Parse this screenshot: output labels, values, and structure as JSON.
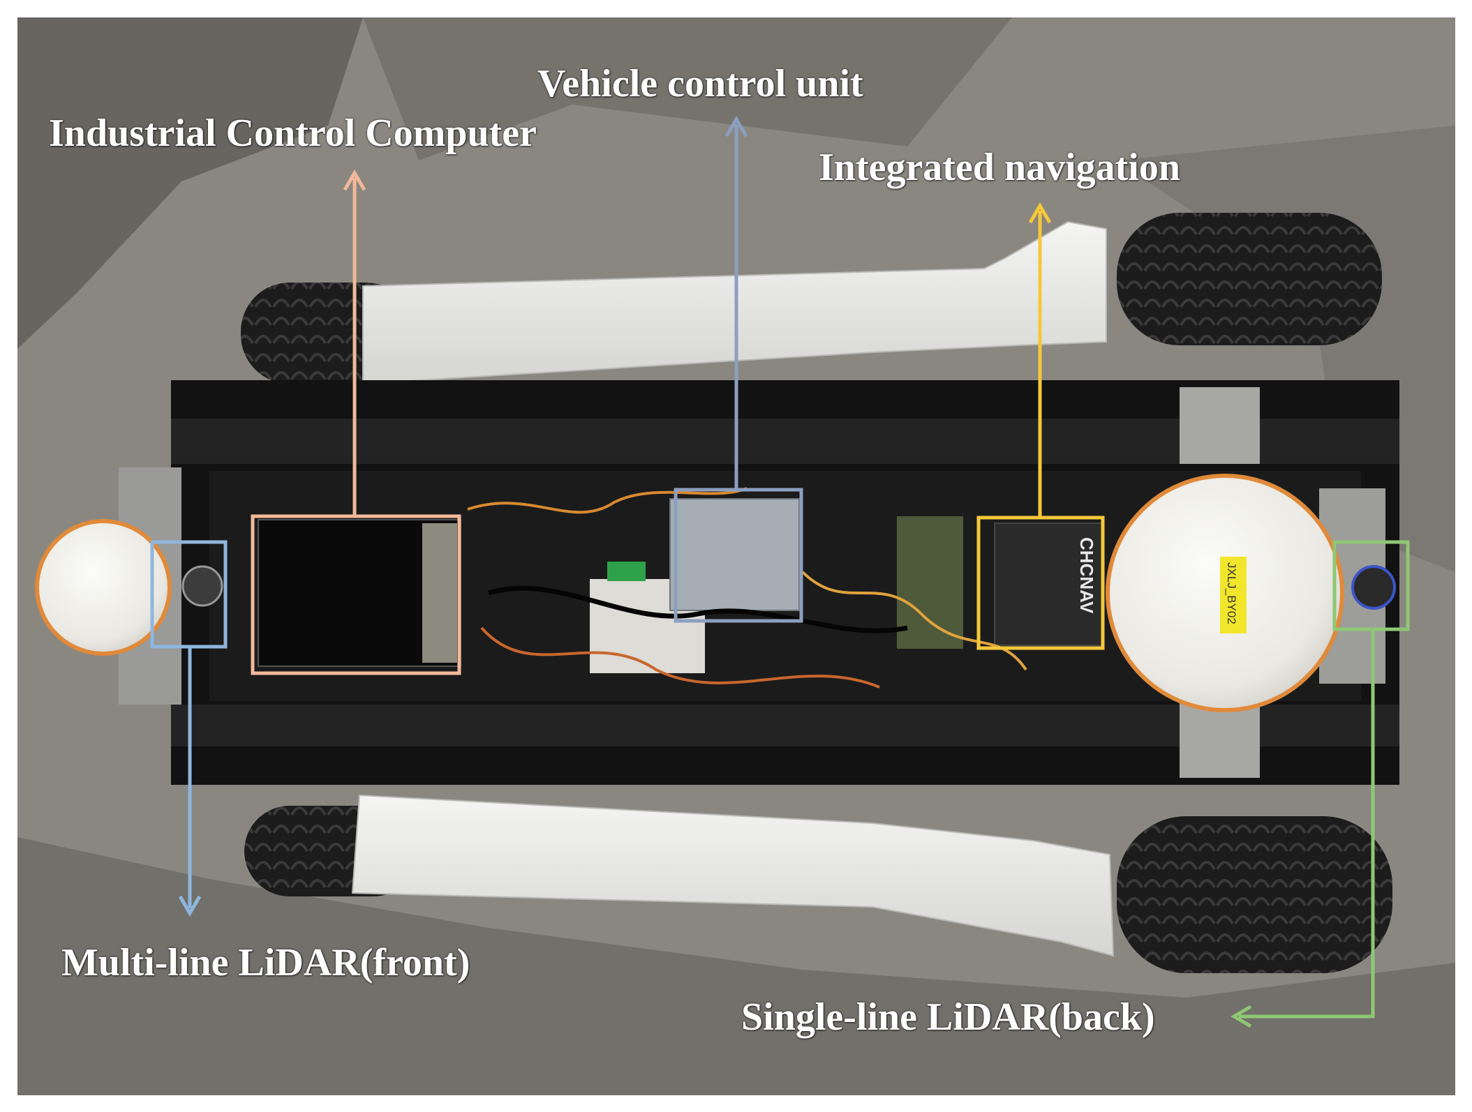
{
  "labels": {
    "industrial_control_computer": "Industrial Control Computer",
    "vehicle_control_unit": "Vehicle control unit",
    "integrated_navigation": "Integrated navigation",
    "multi_line_lidar_front": "Multi-line LiDAR(front)",
    "single_line_lidar_back": "Single-line LiDAR(back)",
    "asset_tag": "JXLJ_BY02",
    "nav_brand": "CHCNAV"
  },
  "colors": {
    "industrial_control_computer": "#f2b99a",
    "vehicle_control_unit": "#8c9fc0",
    "integrated_navigation": "#f5c83a",
    "multi_line_lidar_front": "#8fb6de",
    "single_line_lidar_back": "#8ec774",
    "asset_tag": "#f2e62c",
    "dome_rim": "#e08a3a"
  }
}
